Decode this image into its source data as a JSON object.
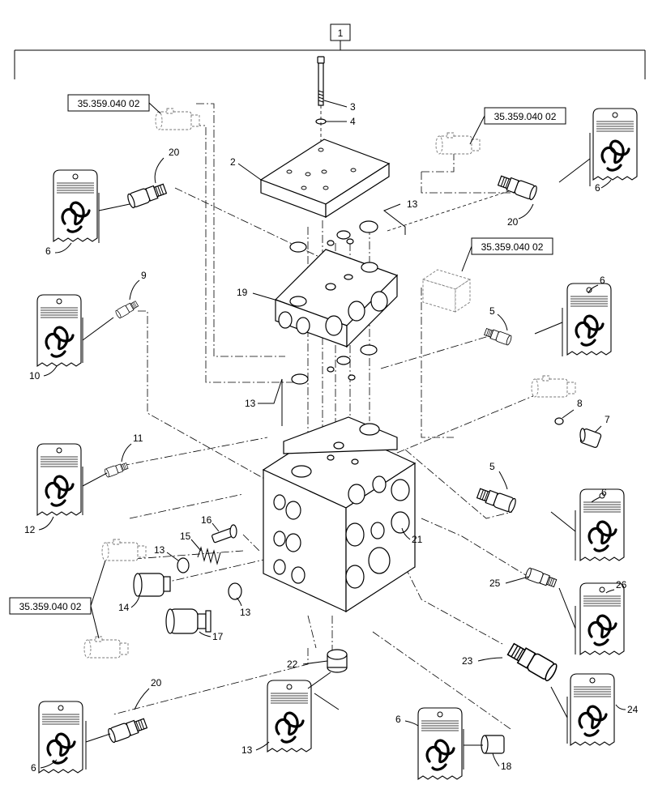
{
  "assembly": {
    "ref_number": "1"
  },
  "reference_label": "35.359.040 02",
  "reference_boxes": [
    {
      "id": "ref-top-left",
      "text": "35.359.040 02"
    },
    {
      "id": "ref-top-right",
      "text": "35.359.040 02"
    },
    {
      "id": "ref-mid-right",
      "text": "35.359.040 02"
    },
    {
      "id": "ref-left",
      "text": "35.359.040 02"
    }
  ],
  "callouts": [
    {
      "n": "3"
    },
    {
      "n": "4"
    },
    {
      "n": "2"
    },
    {
      "n": "13"
    },
    {
      "n": "19"
    },
    {
      "n": "20"
    },
    {
      "n": "6"
    },
    {
      "n": "20"
    },
    {
      "n": "6"
    },
    {
      "n": "9"
    },
    {
      "n": "10"
    },
    {
      "n": "5"
    },
    {
      "n": "6"
    },
    {
      "n": "13"
    },
    {
      "n": "8"
    },
    {
      "n": "7"
    },
    {
      "n": "11"
    },
    {
      "n": "12"
    },
    {
      "n": "5"
    },
    {
      "n": "6"
    },
    {
      "n": "16"
    },
    {
      "n": "15"
    },
    {
      "n": "13"
    },
    {
      "n": "21"
    },
    {
      "n": "14"
    },
    {
      "n": "13"
    },
    {
      "n": "17"
    },
    {
      "n": "25"
    },
    {
      "n": "26"
    },
    {
      "n": "22"
    },
    {
      "n": "23"
    },
    {
      "n": "24"
    },
    {
      "n": "20"
    },
    {
      "n": "6"
    },
    {
      "n": "13"
    },
    {
      "n": "6"
    },
    {
      "n": "18"
    }
  ]
}
